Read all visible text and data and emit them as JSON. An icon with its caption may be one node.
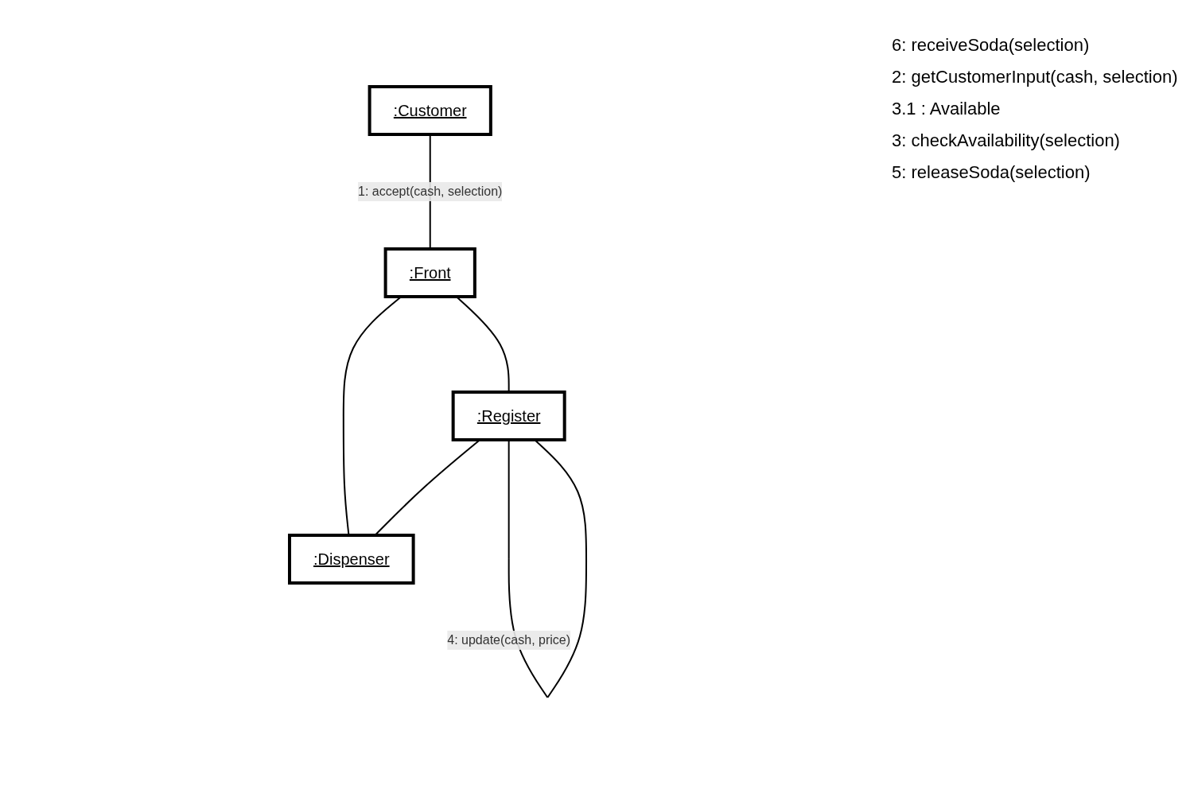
{
  "diagram": {
    "nodes": [
      {
        "text": [
          ":Customer"
        ]
      },
      {
        "text": [
          ":Front"
        ]
      },
      {
        "text": [
          ":Dispenser"
        ]
      },
      {
        "text": [
          ":Register"
        ]
      }
    ],
    "edges": [
      {
        "from": 0,
        "to": 1,
        "arrow": "none",
        "label": "1: accept(cash, selection)"
      },
      {
        "from": 1,
        "to": 3,
        "arrow": "none"
      },
      {
        "from": 1,
        "to": 2,
        "arrow": "none"
      },
      {
        "from": 3,
        "to": 2,
        "arrow": "none"
      },
      {
        "from": 3,
        "to": 3,
        "arrow": "none",
        "label": "4: update(cash, price)"
      }
    ],
    "labels": [
      "6: receiveSoda(selection)",
      "2: getCustomerInput(cash, selection)",
      "3.1 : Available",
      "3: checkAvailability(selection)",
      "5: releaseSoda(selection)"
    ]
  }
}
